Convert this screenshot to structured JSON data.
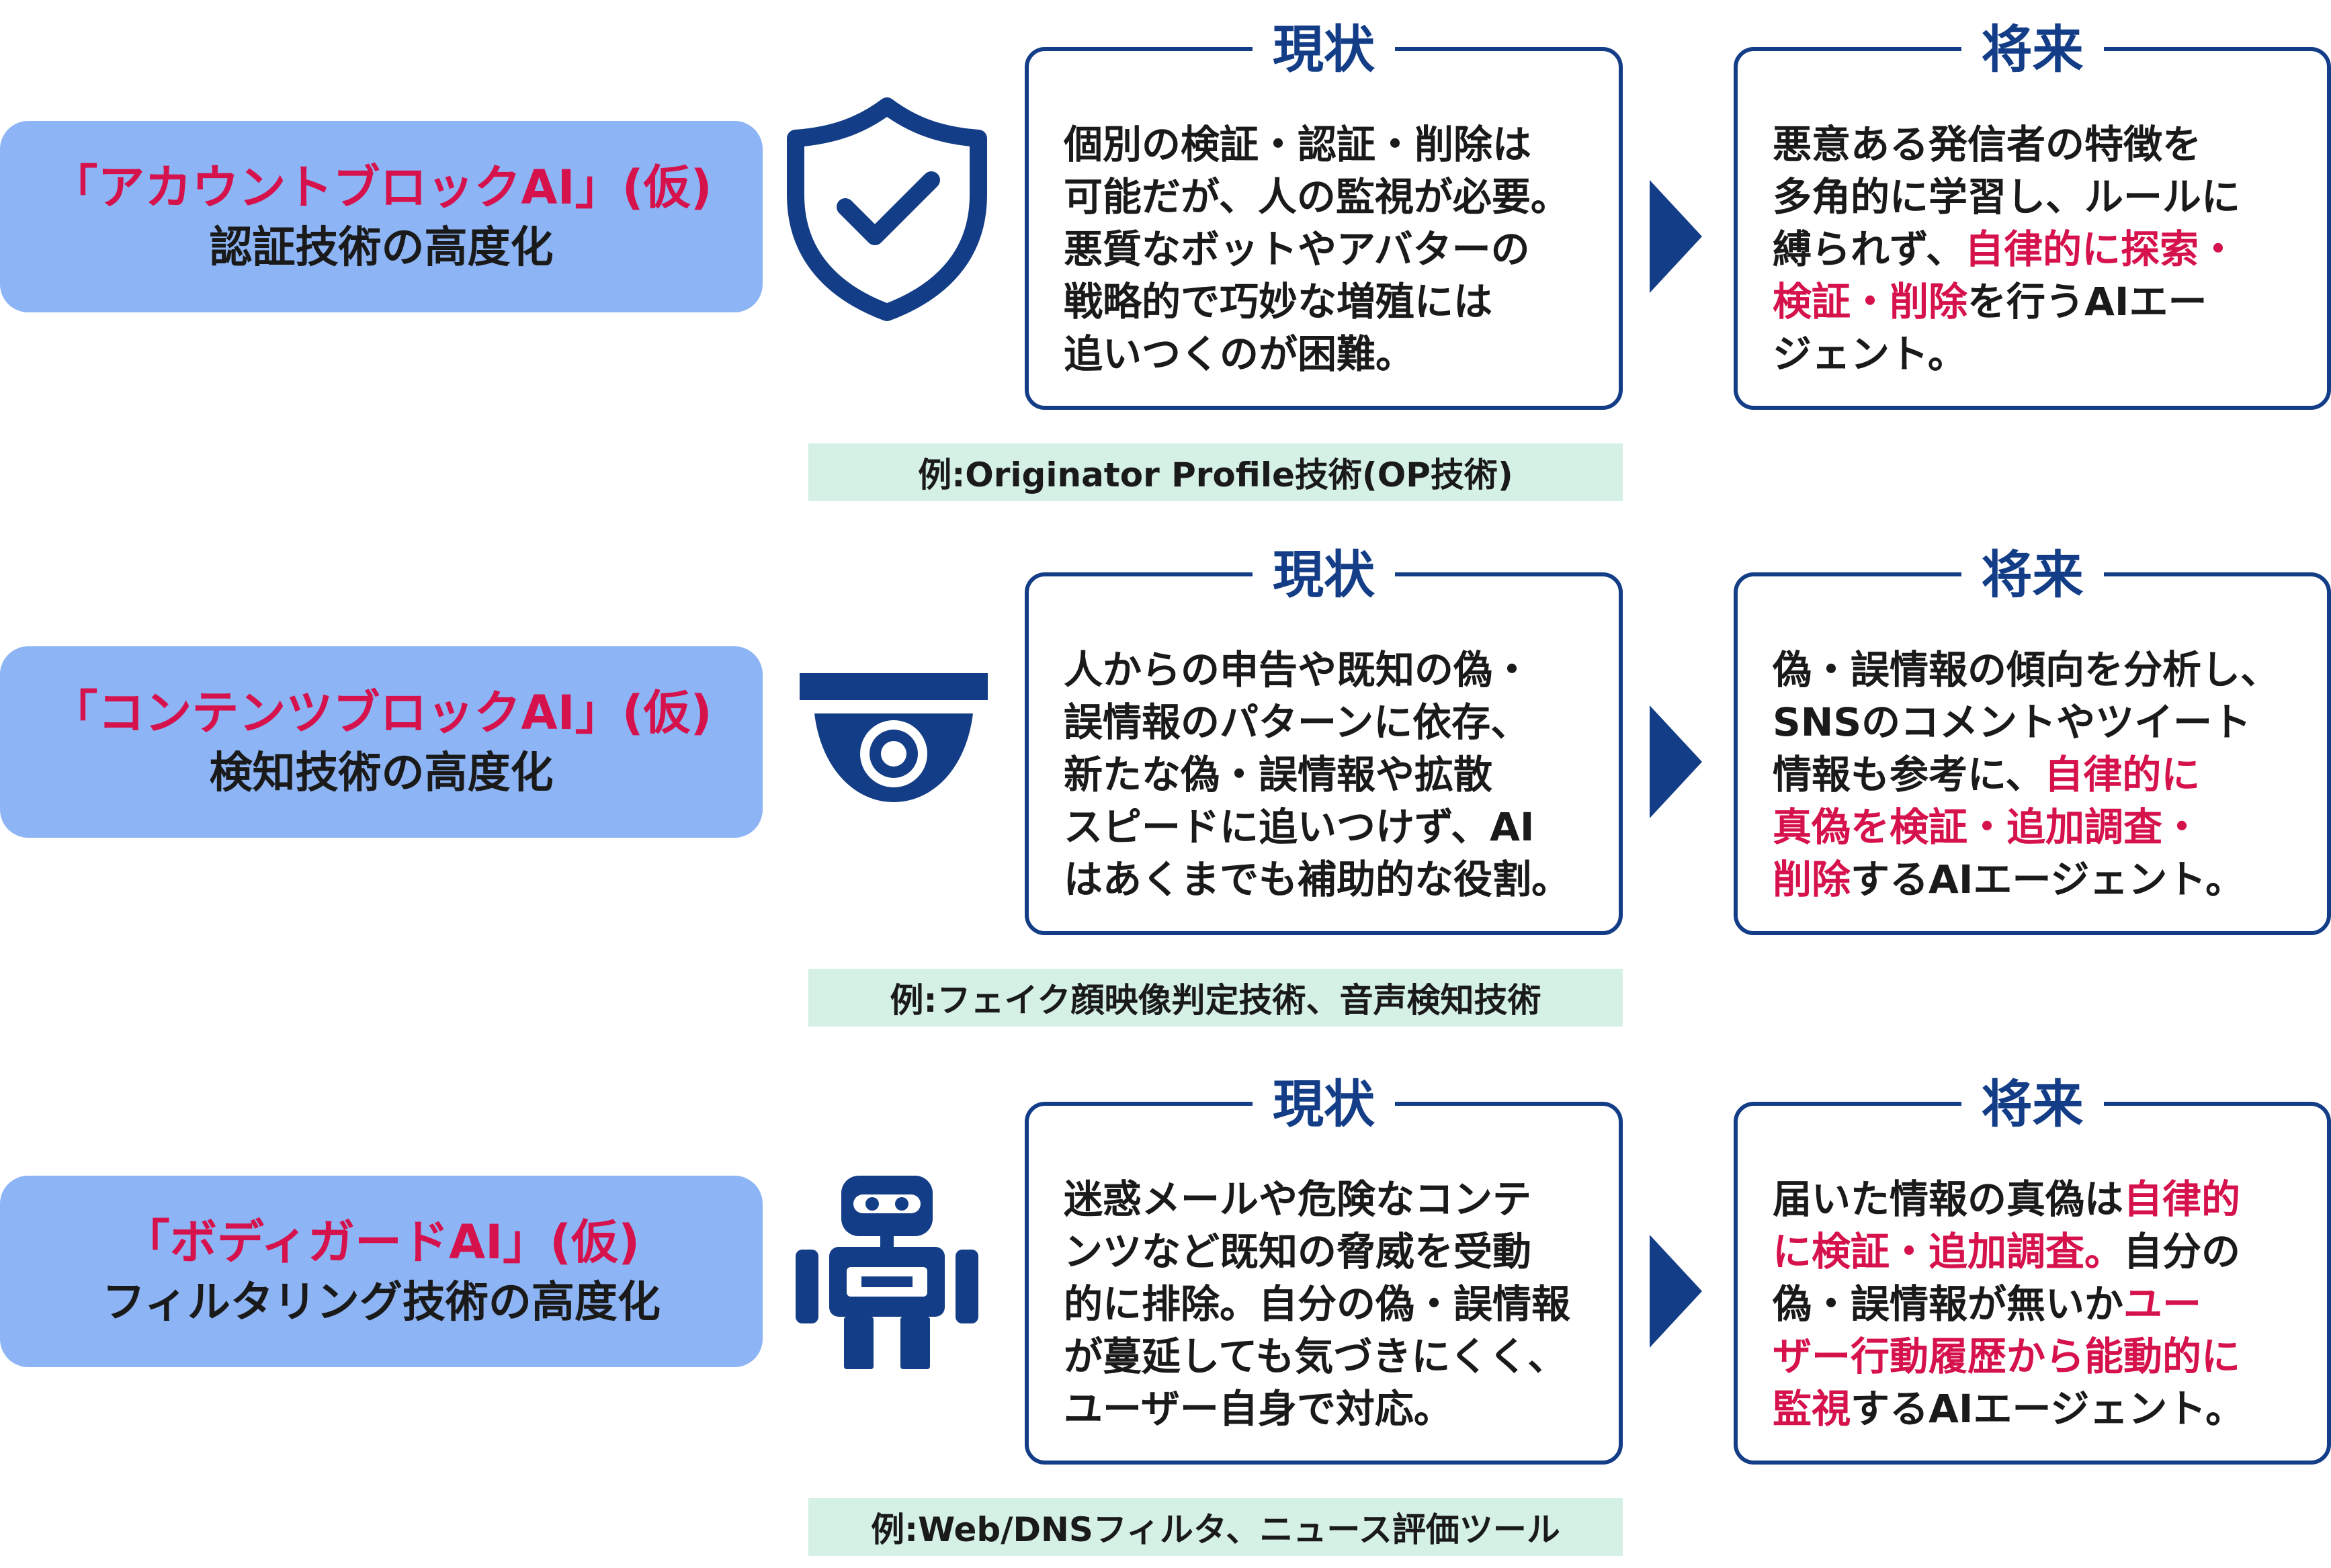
{
  "rows": [
    {
      "name": "「アカウントブロックAI」(仮)",
      "subtitle": "認証技術の高度化",
      "icon": "shield-check-icon",
      "current_heading": "現状",
      "current_lines": [
        [
          {
            "t": "個別の検証・認証・削除は"
          }
        ],
        [
          {
            "t": "可能だが、人の監視が必要。"
          }
        ],
        [
          {
            "t": "悪質なボットやアバターの"
          }
        ],
        [
          {
            "t": "戦略的で巧妙な増殖には"
          }
        ],
        [
          {
            "t": "追いつくのが困難。"
          }
        ]
      ],
      "future_heading": "将来",
      "future_lines": [
        [
          {
            "t": "悪意ある発信者の特徴を"
          }
        ],
        [
          {
            "t": "多角的に学習し、ルールに"
          }
        ],
        [
          {
            "t": "縛られず、"
          },
          {
            "t": "自律的に探索・",
            "hl": true
          }
        ],
        [
          {
            "t": "検証・削除",
            "hl": true
          },
          {
            "t": "を行うAIエー"
          }
        ],
        [
          {
            "t": "ジェント。"
          }
        ]
      ],
      "example": "例:Originator Profile技術(OP技術)"
    },
    {
      "name": "「コンテンツブロックAI」(仮)",
      "subtitle": "検知技術の高度化",
      "icon": "security-camera-icon",
      "current_heading": "現状",
      "current_lines": [
        [
          {
            "t": "人からの申告や既知の偽・"
          }
        ],
        [
          {
            "t": "誤情報のパターンに依存、"
          }
        ],
        [
          {
            "t": "新たな偽・誤情報や拡散"
          }
        ],
        [
          {
            "t": "スピードに追いつけず、AI"
          }
        ],
        [
          {
            "t": "はあくまでも補助的な役割。"
          }
        ]
      ],
      "future_heading": "将来",
      "future_lines": [
        [
          {
            "t": "偽・誤情報の傾向を分析し、"
          }
        ],
        [
          {
            "t": "SNSのコメントやツイート"
          }
        ],
        [
          {
            "t": "情報も参考に、"
          },
          {
            "t": "自律的に",
            "hl": true
          }
        ],
        [
          {
            "t": "真偽を検証・追加調査・",
            "hl": true
          }
        ],
        [
          {
            "t": "削除",
            "hl": true
          },
          {
            "t": "するAIエージェント。"
          }
        ]
      ],
      "example": "例:フェイク顔映像判定技術、音声検知技術"
    },
    {
      "name": "「ボディガードAI」(仮)",
      "subtitle": "フィルタリング技術の高度化",
      "icon": "robot-icon",
      "current_heading": "現状",
      "current_lines": [
        [
          {
            "t": "迷惑メールや危険なコンテ"
          }
        ],
        [
          {
            "t": "ンツなど既知の脅威を受動"
          }
        ],
        [
          {
            "t": "的に排除。自分の偽・誤情報"
          }
        ],
        [
          {
            "t": "が蔓延しても気づきにくく、"
          }
        ],
        [
          {
            "t": "ユーザー自身で対応。"
          }
        ]
      ],
      "future_heading": "将来",
      "future_lines": [
        [
          {
            "t": "届いた情報の真偽は"
          },
          {
            "t": "自律的",
            "hl": true
          }
        ],
        [
          {
            "t": "に検証・追加調査。",
            "hl": true
          },
          {
            "t": "自分の"
          }
        ],
        [
          {
            "t": "偽・誤情報が無いか"
          },
          {
            "t": "ユー",
            "hl": true
          }
        ],
        [
          {
            "t": "ザー行動履歴から能動的に",
            "hl": true
          }
        ],
        [
          {
            "t": "監視",
            "hl": true
          },
          {
            "t": "するAIエージェント。"
          }
        ]
      ],
      "example": "例:Web/DNSフィルタ、ニュース評価ツール"
    }
  ],
  "colors": {
    "navy": "#133d86",
    "highlight": "#d6124c",
    "pill": "#8db4f5",
    "example_bg": "#d5f0e4"
  }
}
